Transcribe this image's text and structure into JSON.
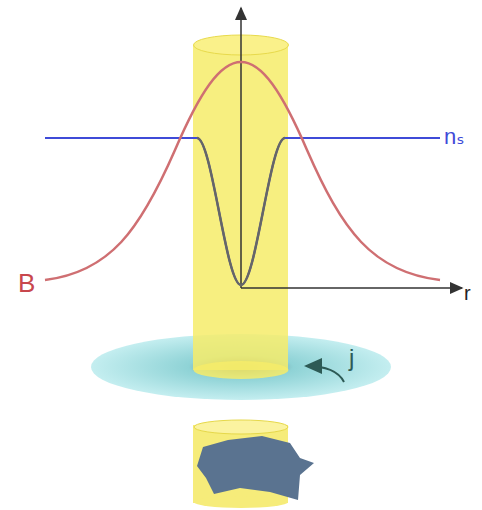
{
  "diagram": {
    "labels": [
      "nₛ",
      "B",
      "r",
      "j"
    ]
  }
}
